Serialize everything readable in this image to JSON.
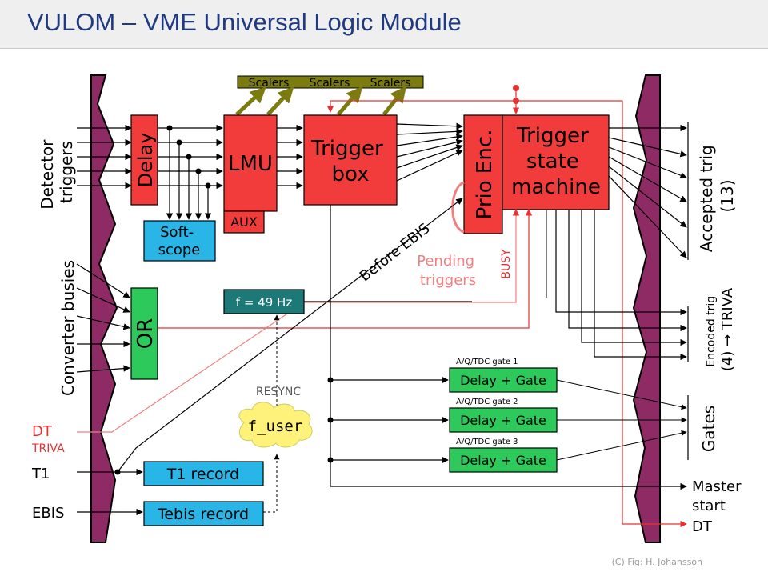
{
  "title": "VULOM – VME Universal Logic Module",
  "credit": "(C) Fig: H. Johansson",
  "colors": {
    "module_wall": "#8e2b64",
    "red_block": "#f23b3b",
    "green_block": "#2ec95b",
    "blue_block": "#29b6e6",
    "teal_block": "#1d7878",
    "olive_block": "#7b7b10",
    "dt_red": "#e83030",
    "pending_red": "#f08080",
    "cloud_yellow": "#fff27a"
  },
  "scalers": [
    "Scalers",
    "Scalers",
    "Scalers"
  ],
  "blocks": {
    "delay": "Delay",
    "lmu": "LMU",
    "aux": "AUX",
    "trigger_box": [
      "Trigger",
      "box"
    ],
    "prio_enc": "Prio Enc.",
    "state_machine": [
      "Trigger",
      "state",
      "machine"
    ],
    "softscope": [
      "Soft-",
      "scope"
    ],
    "or": "OR",
    "freq": "f = 49 Hz",
    "f_user": "f_user",
    "t1_record": "T1 record",
    "tebis_record": "Tebis record",
    "gates": [
      "Delay + Gate",
      "Delay + Gate",
      "Delay + Gate"
    ]
  },
  "gate_labels": [
    "A/Q/TDC gate 1",
    "A/Q/TDC gate 2",
    "A/Q/TDC gate 3"
  ],
  "labels": {
    "detector_triggers": [
      "Detector",
      "triggers"
    ],
    "converter_busies": "Converter busies",
    "dt": "DT",
    "triva": "TRIVA",
    "t1": "T1",
    "ebis": "EBIS",
    "before_ebis": "Before EBIS",
    "pending_triggers": [
      "Pending",
      "triggers"
    ],
    "busy": "BUSY",
    "resync": "RESYNC",
    "accepted_trig": [
      "Accepted trig",
      "(13)"
    ],
    "encoded_trig": [
      "Encoded trig",
      "(4) → TRIVA"
    ],
    "gates_out": "Gates",
    "master_start": [
      "Master",
      "start"
    ],
    "dt_out": "DT"
  }
}
